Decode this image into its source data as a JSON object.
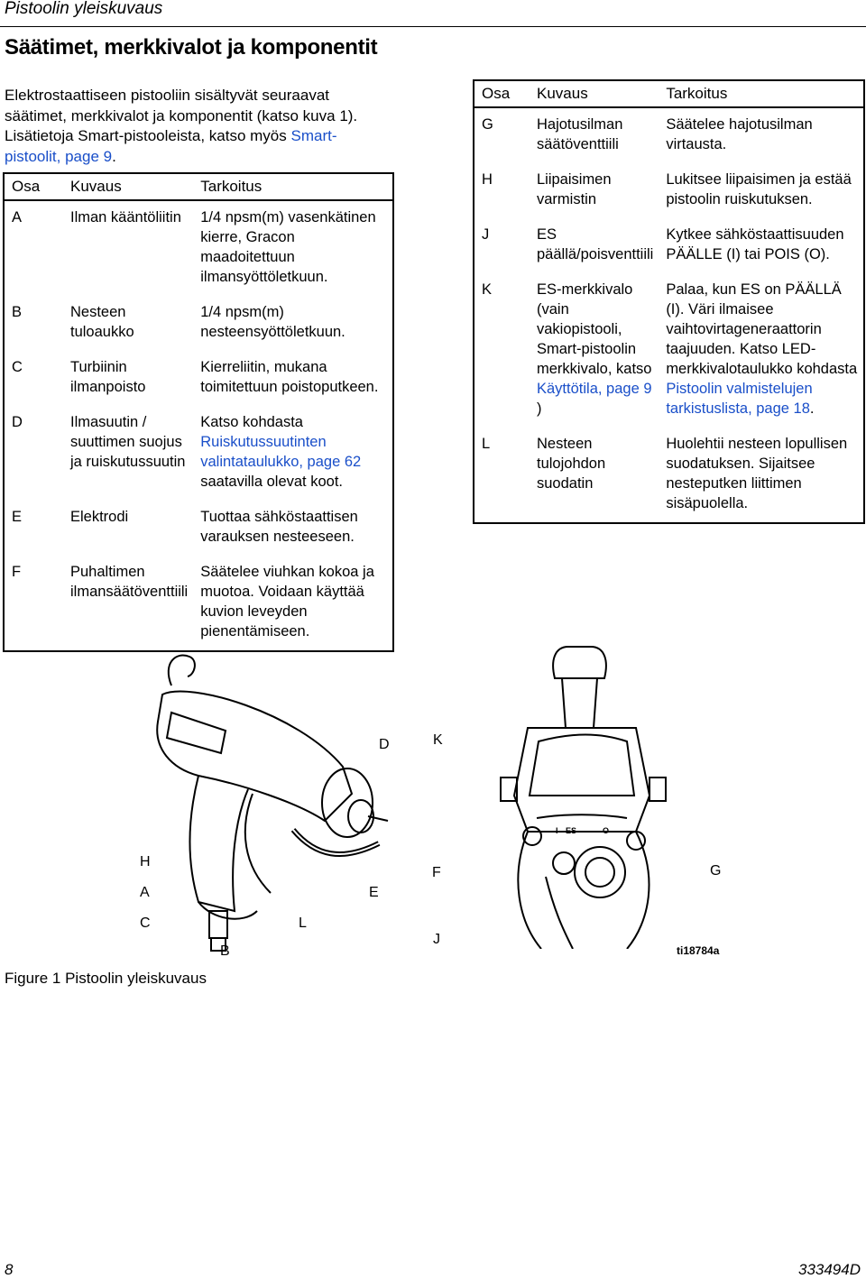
{
  "header": {
    "title": "Pistoolin yleiskuvaus"
  },
  "section_title": "Säätimet, merkkivalot ja komponentit",
  "intro": {
    "text": "Elektrostaattiseen pistooliin sisältyvät seuraavat säätimet, merkkivalot ja komponentit (katso kuva 1). Lisätietoja Smart-pistooleista, katso myös",
    "link": "Smart-pistoolit, page 9",
    "after": "."
  },
  "table_headers": {
    "part": "Osa",
    "description": "Kuvaus",
    "purpose": "Tarkoitus"
  },
  "table_left": [
    {
      "part": "A",
      "description": "Ilman kääntöliitin",
      "purpose": "1/4 npsm(m) vasenkätinen kierre, Gracon maadoitettuun ilmansyöttöletkuun."
    },
    {
      "part": "B",
      "description": "Nesteen tuloaukko",
      "purpose": "1/4 npsm(m) nesteensyöttöletkuun."
    },
    {
      "part": "C",
      "description": "Turbiinin ilmanpoisto",
      "purpose": "Kierreliitin, mukana toimitettuun poistoputkeen."
    },
    {
      "part": "D",
      "description": "Ilmasuutin / suuttimen suojus ja ruiskutussuutin",
      "purpose_pre": "Katso kohdasta",
      "purpose_link": "Ruiskutussuutinten valintataulukko, page 62",
      "purpose_post": "saatavilla olevat koot."
    },
    {
      "part": "E",
      "description": "Elektrodi",
      "purpose": "Tuottaa sähköstaattisen varauksen nesteeseen."
    },
    {
      "part": "F",
      "description": "Puhaltimen ilmansäätöventtiili",
      "purpose": "Säätelee viuhkan kokoa ja muotoa. Voidaan käyttää kuvion leveyden pienentämiseen."
    }
  ],
  "table_right": [
    {
      "part": "G",
      "description": "Hajotusilman säätöventtiili",
      "purpose": "Säätelee hajotusilman virtausta."
    },
    {
      "part": "H",
      "description": "Liipaisimen varmistin",
      "purpose": "Lukitsee liipaisimen ja estää pistoolin ruiskutuksen."
    },
    {
      "part": "J",
      "description": "ES päällä/poisventtiili",
      "purpose": "Kytkee sähköstaattisuuden PÄÄLLE (I) tai POIS (O)."
    },
    {
      "part": "K",
      "description_pre": "ES-merkkivalo (vain vakiopistooli, Smart-pistoolin merkkivalo, katso",
      "description_link": "Käyttötila, page 9",
      "description_post": ")",
      "purpose_pre": "Palaa, kun ES on PÄÄLLÄ (I). Väri ilmaisee vaihtovirtageneraattorin taajuuden. Katso LED-merkkivalotaulukko kohdasta",
      "purpose_link": "Pistoolin valmistelujen tarkistuslista, page 18",
      "purpose_post": "."
    },
    {
      "part": "L",
      "description": "Nesteen tulojohdon suodatin",
      "purpose": "Huolehtii nesteen lopullisen suodatuksen. Sijaitsee nesteputken liittimen sisäpuolella."
    }
  ],
  "figure": {
    "labels": {
      "H": "H",
      "A": "A",
      "C": "C",
      "L": "L",
      "B": "B",
      "E": "E",
      "D": "D",
      "K": "K",
      "F": "F",
      "G": "G",
      "J": "J"
    },
    "switch_label": "ES",
    "switch_on": "I",
    "switch_off": "O",
    "code": "ti18784a",
    "caption": "Figure 1  Pistoolin yleiskuvaus"
  },
  "footer": {
    "page": "8",
    "doc_id": "333494D"
  },
  "colors": {
    "link": "#1a4fc9",
    "text": "#000000"
  }
}
